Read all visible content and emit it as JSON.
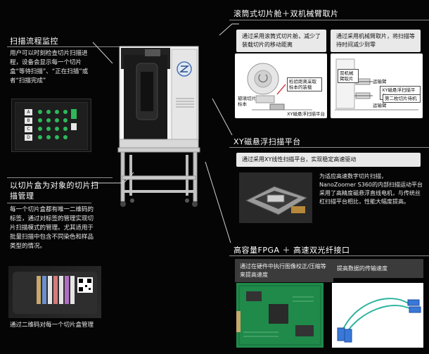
{
  "left": {
    "monitor": {
      "title": "扫描流程监控",
      "text": "用户可以时刻检查切片扫描进程，设备会显示每一个切片盒“等待扫描”、“正在扫描”或者“扫描完成”",
      "panel_keys": [
        "A",
        "B",
        "C",
        "D"
      ]
    },
    "box": {
      "title": "以切片盒为对象的切片扫描管理",
      "text": "每一个切片盒都有唯一二维码的标签，通过对标签的管理实现切片扫描模式的管理。尤其适用于批量扫描中包含不同染色和样品类型的情况。",
      "caption": "通过二维码对每一个切片盒管理"
    }
  },
  "right": {
    "s1": {
      "title": "滚筒式切片舱＋双机械臂取片",
      "bar1": "通过采用滚筒式切片舱，减少了装载切片的移动距离",
      "bar2": "通过采用机械臂取片，将扫描等待时间减少到零",
      "d1": {
        "carousel_label": "玻璃切片标本",
        "inspect_label": "检验距离采取标本的装载",
        "stage_label": "XY磁悬浮扫描平台"
      },
      "d2": {
        "arm_label": "双机械臂取片",
        "transport1": "运输臂",
        "stage_label": "XY磁悬浮扫描平台",
        "wait_label": "第二枚切片待机",
        "transport2": "运输臂"
      }
    },
    "s2": {
      "title": "XY磁悬浮扫描平台",
      "bar": "通过采用XY线性扫描平台，实现稳定高速驱动",
      "text": "为适应高速数字切片扫描，NanoZoomer S360的内部扫描运动平台采用了高精度磁悬浮直线电机，与传统丝杠扫描平台相比，性能大幅度提高。"
    },
    "s3": {
      "title": "高容量FPGA ＋ 高速双光纤接口",
      "callout1": "通过在硬件中执行图像校正/压缩等来提高速度",
      "callout2": "提高数据的传输速度"
    }
  },
  "colors": {
    "background": "#050505",
    "panel_green": "#2fb85a",
    "pcb_green": "#1f8a4a",
    "cable_teal": "#2bb3a0",
    "connector_blue": "#3a78d8"
  },
  "icons": [
    "qr-code-icon",
    "scanner-logo-icon"
  ]
}
